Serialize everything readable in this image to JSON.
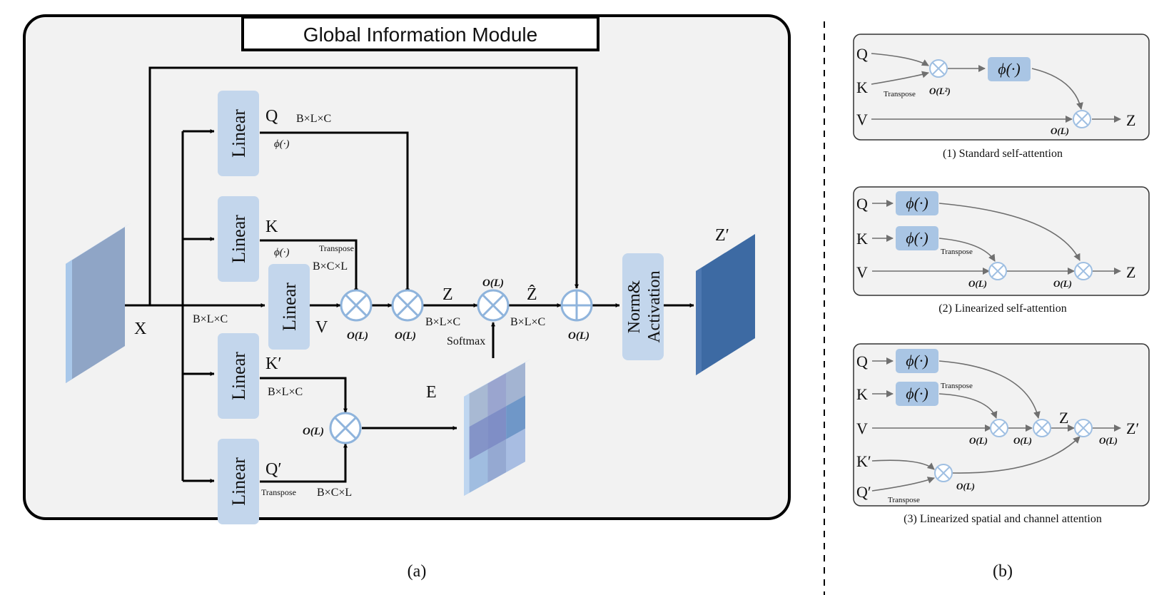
{
  "panel_a": {
    "title": "Global Information Module",
    "caption": "(a)",
    "linear_label": "Linear",
    "norm_label_1": "Norm&",
    "norm_label_2": "Activation",
    "labels": {
      "x": "X",
      "q": "Q",
      "k": "K",
      "v": "V",
      "kp": "K′",
      "qp": "Q′",
      "z": "Z",
      "zhat": "Ẑ",
      "zprime": "Z′",
      "e": "E",
      "phi": "ϕ(·)",
      "transpose": "Transpose",
      "softmax": "Softmax",
      "blc": "B×L×C",
      "bcl": "B×C×L",
      "ol": "O(L)"
    }
  },
  "panel_b": {
    "caption": "(b)",
    "sub1": {
      "caption": "(1) Standard self-attention",
      "q": "Q",
      "k": "K",
      "v": "V",
      "z": "Z",
      "phi": "ϕ(·)",
      "transpose": "Transpose",
      "ol2": "O(L²)",
      "ol": "O(L)"
    },
    "sub2": {
      "caption": "(2) Linearized self-attention",
      "q": "Q",
      "k": "K",
      "v": "V",
      "z": "Z",
      "phi": "ϕ(·)",
      "transpose": "Transpose",
      "ol": "O(L)"
    },
    "sub3": {
      "caption": "(3) Linearized spatial and channel attention",
      "q": "Q",
      "k": "K",
      "v": "V",
      "z": "Z",
      "zp": "Z′",
      "kp": "K′",
      "qp": "Q′",
      "phi": "ϕ(·)",
      "transpose": "Transpose",
      "ol": "O(L)"
    }
  },
  "colors": {
    "box_fill": "#c3d6ec",
    "phi_fill": "#a9c5e4",
    "circle_stroke": "#8fb4dc",
    "module_bg": "#f2f2f2",
    "feature_light": "#8fa5c6",
    "feature_dark": "#3d6aa3"
  }
}
